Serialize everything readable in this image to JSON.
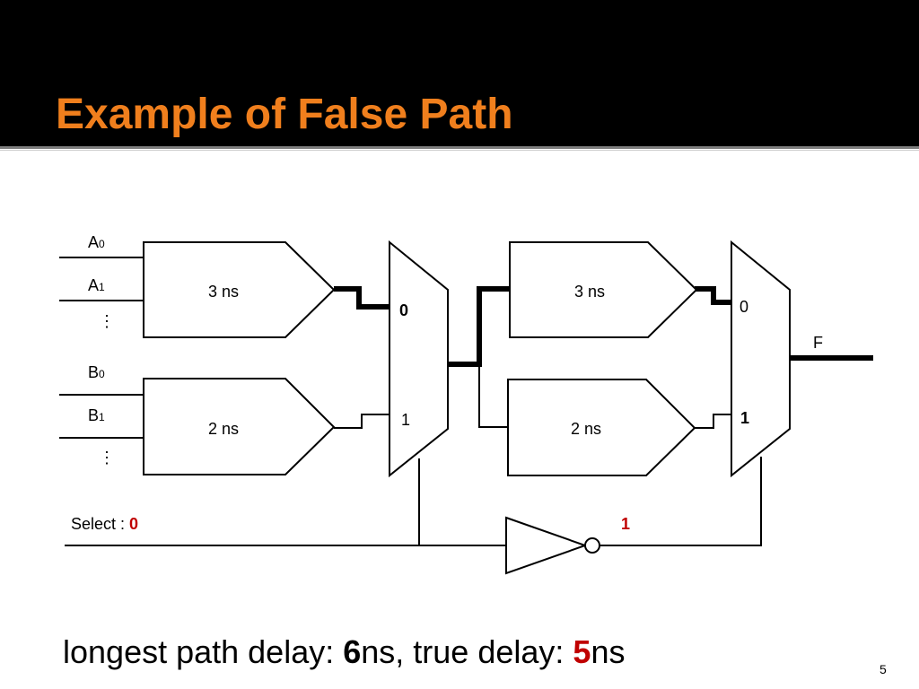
{
  "title": "Example of False Path",
  "inputs": {
    "a0": "A",
    "a0_sub": "0",
    "a1": "A",
    "a1_sub": "1",
    "b0": "B",
    "b0_sub": "0",
    "b1": "B",
    "b1_sub": "1",
    "a_ellipsis": "⋮",
    "b_ellipsis": "⋮"
  },
  "blocks": {
    "block1_delay": "3 ns",
    "block2_delay": "2 ns",
    "block3_delay": "3 ns",
    "block4_delay": "2 ns"
  },
  "mux1": {
    "input0": "0",
    "input1": "1"
  },
  "mux2": {
    "input0": "0",
    "input1": "1"
  },
  "output": "F",
  "select": {
    "label": "Select : ",
    "value": "0",
    "inverted_value": "1"
  },
  "caption": {
    "prefix": "longest path delay: ",
    "longest_value": "6",
    "unit1": "ns, true delay: ",
    "true_value": "5",
    "unit2": "ns"
  },
  "page_number": "5",
  "colors": {
    "header_bg": "#000000",
    "title": "#f07f1d",
    "highlight_red": "#c00000"
  }
}
